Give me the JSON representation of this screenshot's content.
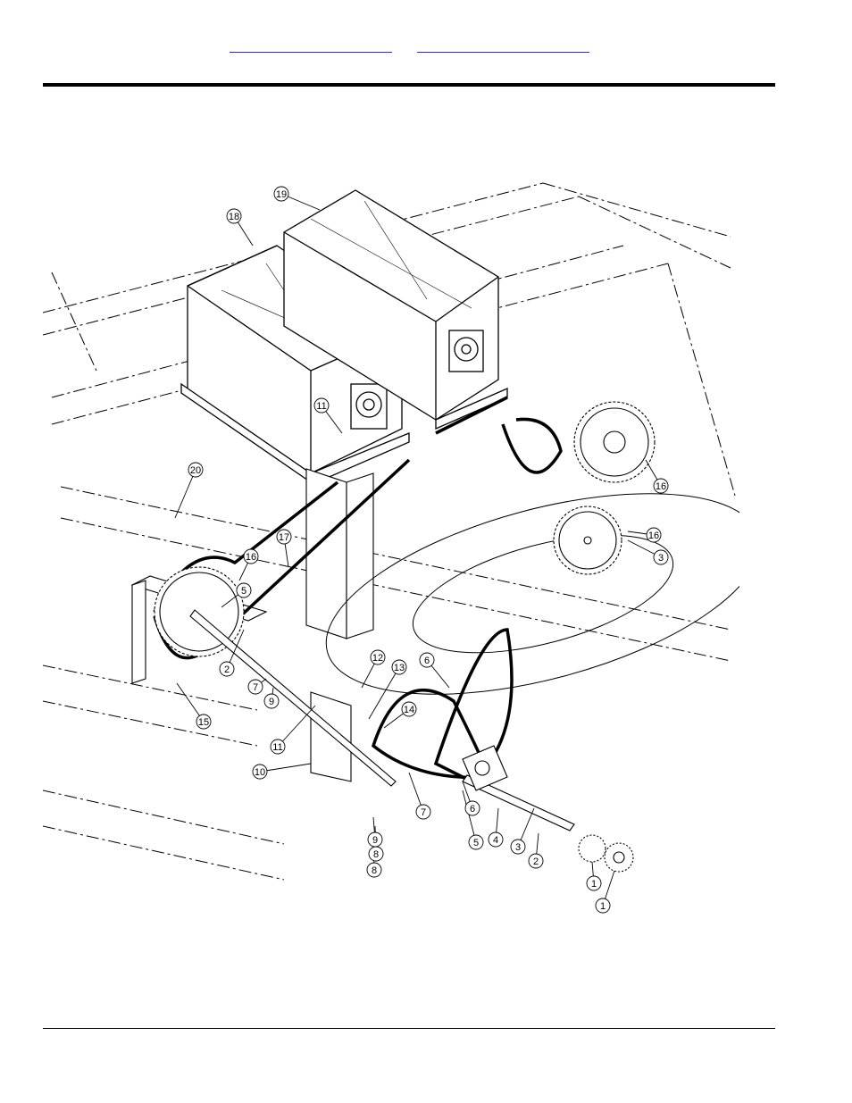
{
  "nav_links": [
    {
      "label": ""
    },
    {
      "label": ""
    }
  ],
  "callouts": [
    "1",
    "1",
    "2",
    "2",
    "3",
    "3",
    "4",
    "5",
    "5",
    "6",
    "6",
    "7",
    "7",
    "8",
    "8",
    "9",
    "9",
    "10",
    "11",
    "11",
    "12",
    "13",
    "14",
    "15",
    "16",
    "16",
    "16",
    "17",
    "18",
    "19",
    "20"
  ],
  "colors": {
    "link": "#2b2bd6",
    "rule": "#000000",
    "line": "#000000"
  }
}
